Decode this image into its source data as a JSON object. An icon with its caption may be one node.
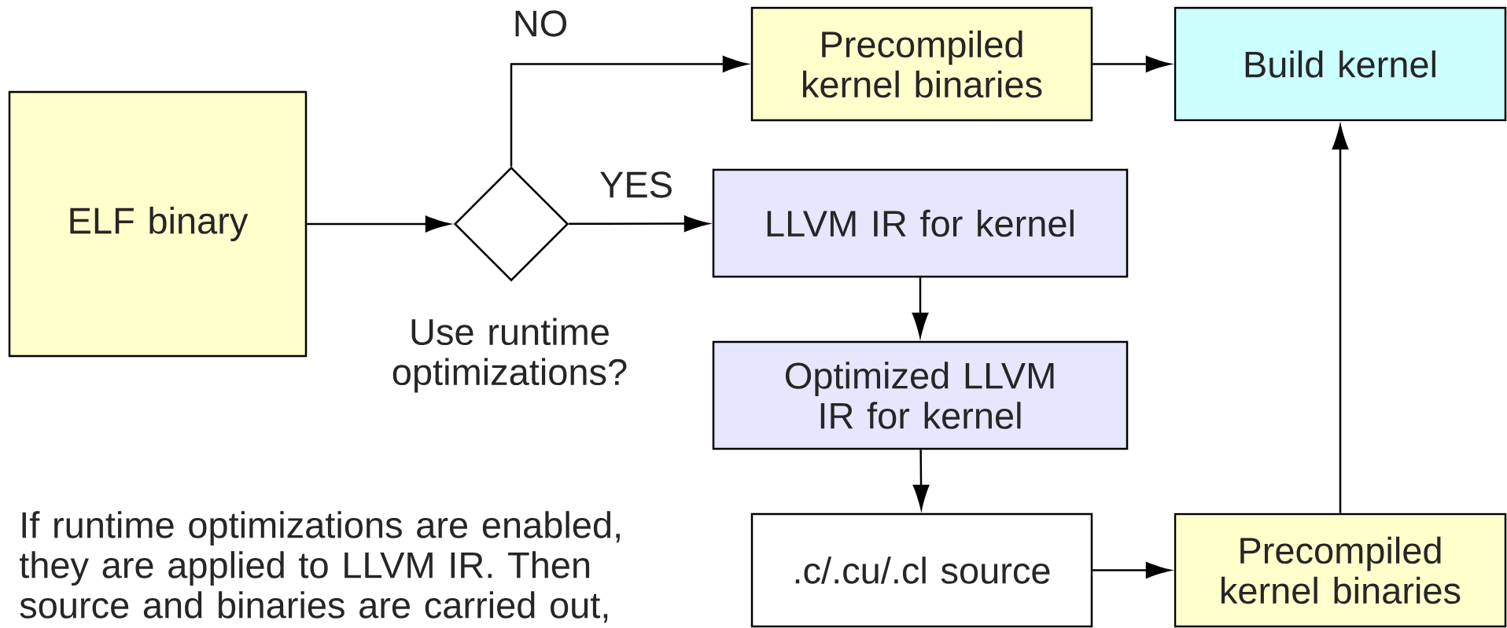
{
  "diagram": {
    "nodes": [
      {
        "text": [
          "ELF binary"
        ]
      },
      {
        "text": [],
        "shape": "diamond",
        "beside": [
          "Use runtime optimizations?"
        ]
      },
      {
        "text": [
          "Precompiled kernel binaries"
        ]
      },
      {
        "text": [
          "Build kernel"
        ]
      },
      {
        "text": [
          "LLVM IR for kernel"
        ]
      },
      {
        "text": [
          "Optimized LLVM IR for kernel"
        ]
      },
      {
        "text": [
          ".c/.cu/.cl source"
        ]
      },
      {
        "text": [
          "Precompiled kernel binaries"
        ]
      }
    ],
    "edges": [
      {
        "from": 0,
        "to": 1,
        "arrow": "to"
      },
      {
        "from": 1,
        "to": 2,
        "arrow": "to",
        "label": "NO"
      },
      {
        "from": 1,
        "to": 4,
        "arrow": "to",
        "label": "YES"
      },
      {
        "from": 2,
        "to": 3,
        "arrow": "to"
      },
      {
        "from": 4,
        "to": 5,
        "arrow": "to"
      },
      {
        "from": 5,
        "to": 6,
        "arrow": "to"
      },
      {
        "from": 6,
        "to": 7,
        "arrow": "to"
      },
      {
        "from": 7,
        "to": 3,
        "arrow": "to"
      }
    ],
    "labels": [
      "If runtime optimizations are enabled, they are applied to LLVM IR. Then source and binaries are carried out,"
    ]
  }
}
